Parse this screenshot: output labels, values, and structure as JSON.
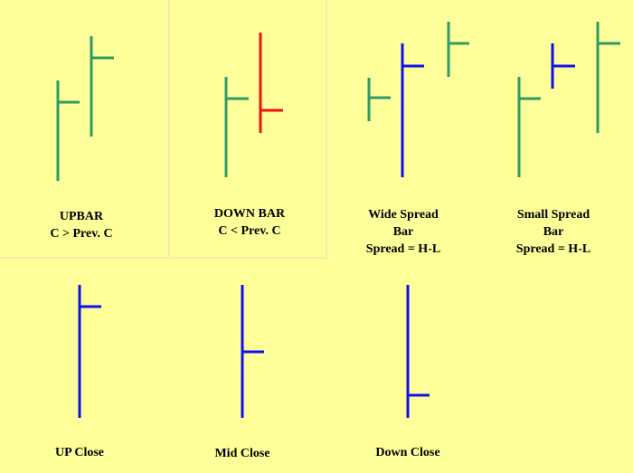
{
  "colors": {
    "background": "#FFFF99",
    "up": "#339966",
    "down": "#EE1111",
    "neutral": "#1010EE"
  },
  "panels": [
    {
      "caption": [
        "UPBAR",
        "C > Prev. C"
      ]
    },
    {
      "caption": [
        "DOWN BAR",
        "C < Prev. C"
      ]
    },
    {
      "caption": [
        "Wide Spread",
        "Bar",
        "Spread = H-L"
      ]
    },
    {
      "caption": [
        "Small Spread",
        "Bar",
        "Spread = H-L"
      ]
    },
    {
      "caption": [
        "UP Close"
      ]
    },
    {
      "caption": [
        "Mid Close"
      ]
    },
    {
      "caption": [
        "Down Close"
      ]
    }
  ]
}
